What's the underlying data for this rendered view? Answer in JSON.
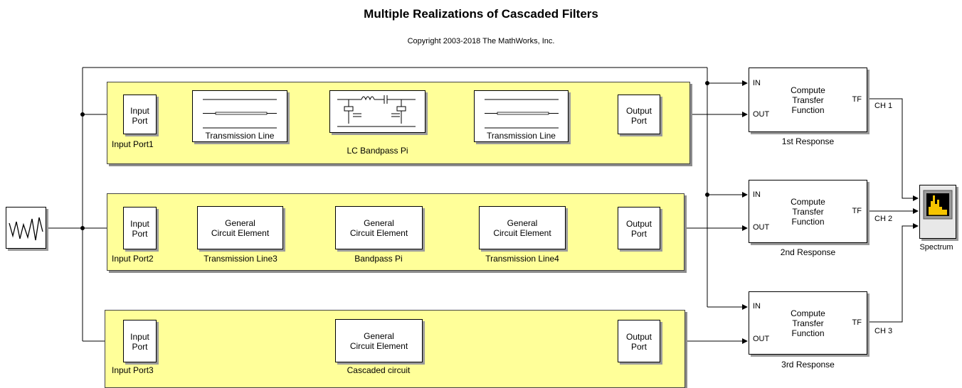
{
  "title": "Multiple Realizations of Cascaded Filters",
  "copyright": "Copyright 2003-2018 The MathWorks, Inc.",
  "rows": [
    {
      "input_block": "Input\nPort",
      "input_label": "Input  Port1",
      "blocks": [
        {
          "label": "Transmission Line",
          "icon": "transmission-line-icon"
        },
        {
          "label": "LC Bandpass Pi",
          "icon": "lc-bandpass-pi-icon"
        },
        {
          "label": "Transmission Line",
          "icon": "transmission-line-icon"
        }
      ],
      "output_block": "Output\nPort"
    },
    {
      "input_block": "Input\nPort",
      "input_label": "Input  Port2",
      "blocks": [
        {
          "text": "General\nCircuit Element",
          "label": "Transmission Line3"
        },
        {
          "text": "General\nCircuit Element",
          "label": "Bandpass Pi"
        },
        {
          "text": "General\nCircuit Element",
          "label": "Transmission Line4"
        }
      ],
      "output_block": "Output\nPort"
    },
    {
      "input_block": "Input\nPort",
      "input_label": "Input  Port3",
      "blocks": [
        {
          "text": "General\nCircuit Element",
          "label": "Cascaded circuit"
        }
      ],
      "output_block": "Output\nPort"
    }
  ],
  "responses": [
    {
      "text": "Compute\nTransfer\nFunction",
      "in": "IN",
      "out": "OUT",
      "tf": "TF",
      "label": "1st Response",
      "channel": "CH 1"
    },
    {
      "text": "Compute\nTransfer\nFunction",
      "in": "IN",
      "out": "OUT",
      "tf": "TF",
      "label": "2nd Response",
      "channel": "CH 2"
    },
    {
      "text": "Compute\nTransfer\nFunction",
      "in": "IN",
      "out": "OUT",
      "tf": "TF",
      "label": "3rd Response",
      "channel": "CH 3"
    }
  ],
  "spectrum": {
    "label": "Spectrum",
    "icon": "spectrum-analyzer-icon"
  },
  "source": {
    "icon": "random-signal-icon"
  },
  "colors": {
    "band": "#ffff99",
    "spectrum_plot": "#f5c400"
  }
}
